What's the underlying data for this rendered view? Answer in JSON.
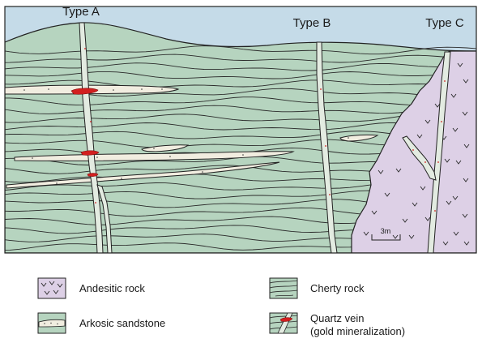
{
  "colors": {
    "sky": "#c5dbe8",
    "cherty_rock": "#b6d4bf",
    "andesitic_rock": "#ddd0e6",
    "arkosic_sandstone": "#f1ede0",
    "quartz_vein": "#e3ebe1",
    "gold_mineralization": "#d21f1f",
    "outline": "#222222"
  },
  "section": {
    "type_labels": [
      "Type A",
      "Type B",
      "Type C"
    ],
    "scale_label": "3m"
  },
  "legend": {
    "andesitic_rock": "Andesitic rock",
    "arkosic_sandstone": "Arkosic sandstone",
    "cherty_rock": "Cherty rock",
    "quartz_vein_line1": "Quartz vein",
    "quartz_vein_line2": "(gold mineralization)"
  }
}
